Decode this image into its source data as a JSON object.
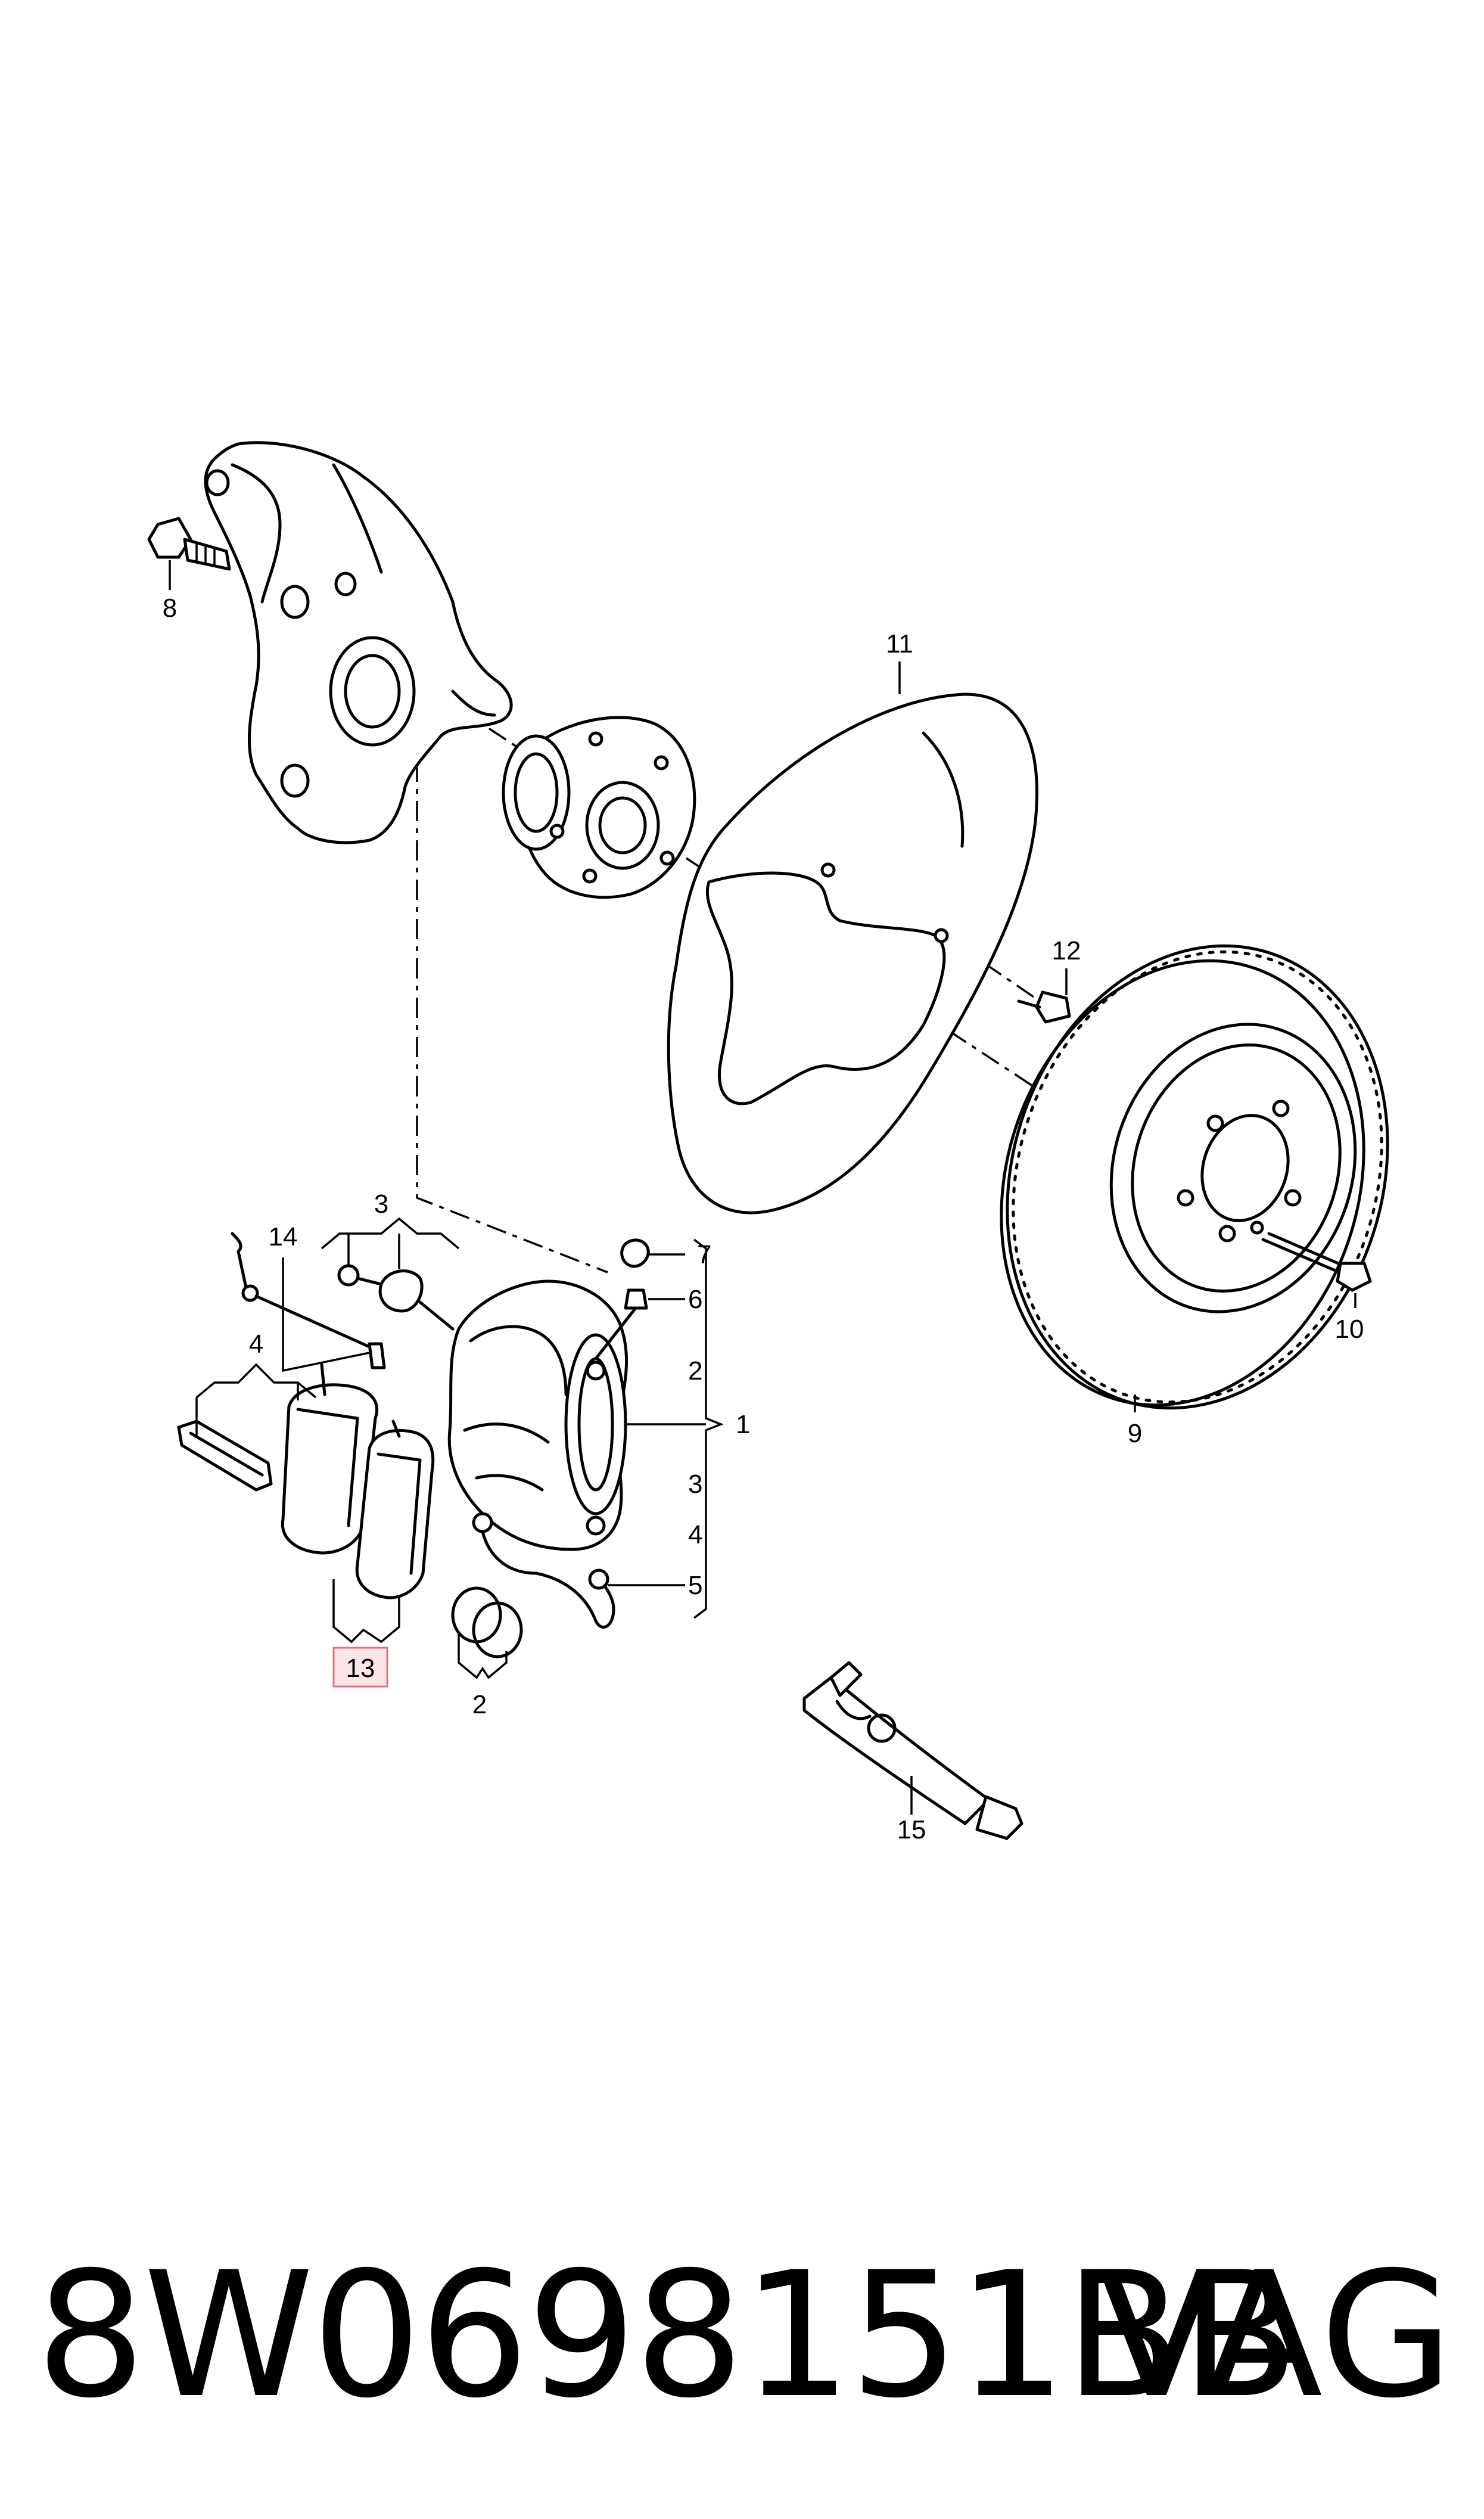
{
  "diagram": {
    "callouts": {
      "c1": "1",
      "c2_a": "2",
      "c2_b": "2",
      "c3_a": "3",
      "c3_b": "3",
      "c4_a": "4",
      "c4_b": "4",
      "c5": "5",
      "c6": "6",
      "c7": "7",
      "c8": "8",
      "c9": "9",
      "c10": "10",
      "c11": "11",
      "c12": "12",
      "c13": "13",
      "c14": "14",
      "c15": "15"
    },
    "highlighted_part": "13",
    "highlight_color": "#e0707f"
  },
  "footer": {
    "part_number": "8W0698151BB",
    "brand": "VAG"
  }
}
